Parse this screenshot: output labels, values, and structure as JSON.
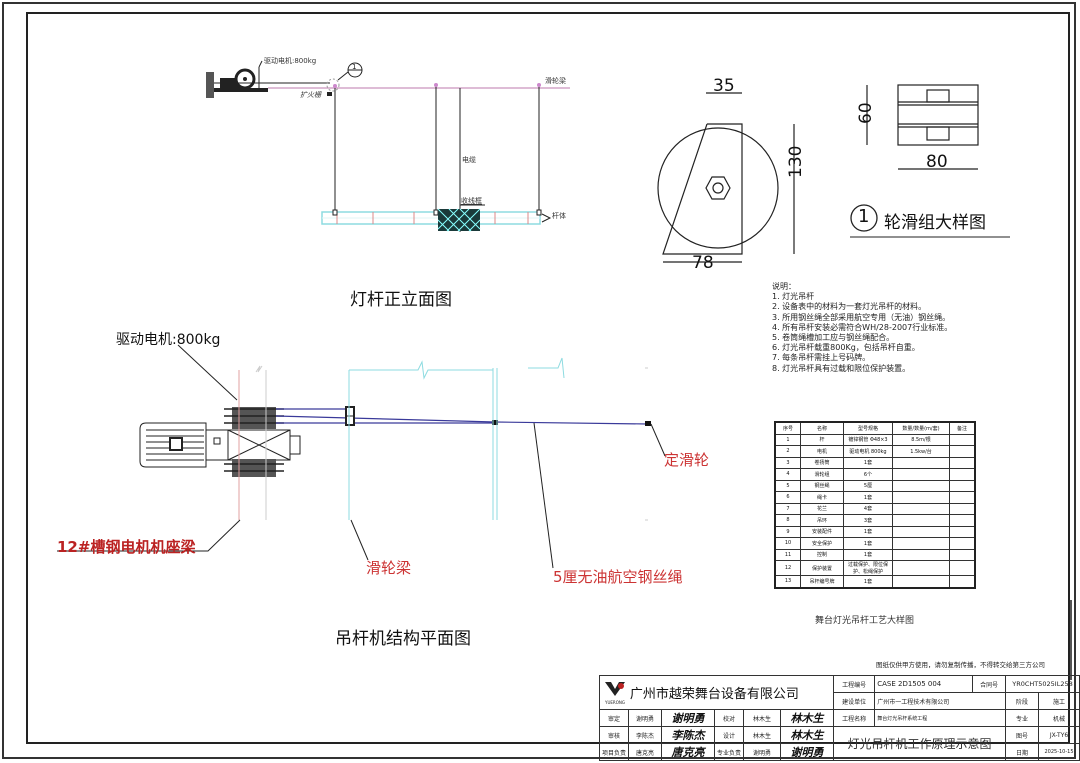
{
  "elevation": {
    "title": "灯杆正立面图",
    "motor_label": "驱动电机:800kg",
    "stop_label": "扩火栅",
    "pulley_beam_label": "滑轮梁",
    "cable_label": "电缆",
    "cable_box_label": "收线框",
    "pipe_label": "杆体",
    "detail_ref": "1"
  },
  "pulley_detail": {
    "dim_top": "35",
    "dim_bottom": "78",
    "dim_height": "130",
    "dim_side_height": "60",
    "dim_side_width": "80",
    "ref_number": "1",
    "title": "轮滑组大样图"
  },
  "plan": {
    "title": "吊杆机结构平面图",
    "motor_label": "驱动电机:800kg",
    "channel_beam_label": "12#槽钢电机机座梁",
    "pulley_beam_label": "滑轮梁",
    "fixed_pulley_label": "定滑轮",
    "wire_rope_label": "5厘无油航空钢丝绳"
  },
  "notes": {
    "heading": "说明：",
    "items": [
      "1. 灯光吊杆",
      "2. 设备表中的材料为一套灯光吊杆的材料。",
      "3. 所用钢丝绳全部采用航空专用（无油）钢丝绳。",
      "4. 所有吊杆安装必需符合WH/28-2007行业标准。",
      "5. 卷筒绳槽加工应与钢丝绳配合。",
      "6. 灯光吊杆载重800Kg，包括吊杆自重。",
      "7. 每条吊杆需挂上号码牌。",
      "8. 灯光吊杆具有过载和限位保护装置。"
    ]
  },
  "spec_table": {
    "headers": [
      "序号",
      "名称",
      "型号规格",
      "数量/数量(m/套)",
      "备注"
    ],
    "rows": [
      [
        "1",
        "杆",
        "镀锌钢管 Φ48×3",
        "8.5m/根",
        ""
      ],
      [
        "2",
        "电机",
        "驱动电机 800kg",
        "1.5kw/台",
        ""
      ],
      [
        "3",
        "卷扬筒",
        "1套",
        "",
        ""
      ],
      [
        "4",
        "滑轮组",
        "6个",
        "",
        ""
      ],
      [
        "5",
        "钢丝绳",
        "5厘",
        "",
        ""
      ],
      [
        "6",
        "绳卡",
        "1套",
        "",
        ""
      ],
      [
        "7",
        "花兰",
        "4套",
        "",
        ""
      ],
      [
        "8",
        "吊环",
        "3套",
        "",
        ""
      ],
      [
        "9",
        "安装配件",
        "1套",
        "",
        ""
      ],
      [
        "10",
        "安全保护",
        "1套",
        "",
        ""
      ],
      [
        "11",
        "控制",
        "1套",
        "",
        ""
      ],
      [
        "12",
        "保护装置",
        "过载保护、限位保护、松绳保护",
        "",
        ""
      ],
      [
        "13",
        "吊杆编号牌",
        "1套",
        "",
        ""
      ]
    ],
    "caption": "舞台灯光吊杆工艺大样图"
  },
  "disclaimer": "图纸仅供甲方使用，请勿复制传播，不得转交给第三方公司",
  "title_block": {
    "company": "广州市越荣舞台设备有限公司",
    "logo_text": "YUERONG",
    "project_no_label": "工程编号",
    "project_no": "CASE 2D1505 004",
    "drawing_no_label": "合同号",
    "drawing_no": "YR0CHT5025IL258",
    "client_label": "建设单位",
    "client": "广州市一工程技术有限公司",
    "project_name_label": "工程名称",
    "project_name": "舞台灯光吊杆系统工程",
    "stage_label": "阶段",
    "stage": "施工",
    "discipline_label": "专业",
    "discipline": "机械",
    "drawing_code_label": "图号",
    "drawing_code": "JX-TY6",
    "date_label": "日期",
    "date": "2025-10-15",
    "drawing_title": "灯光吊杆机工作原理示意图",
    "roles": [
      {
        "role": "审定",
        "name": "谢明勇",
        "role2": "校对",
        "name2": "林木生"
      },
      {
        "role": "审核",
        "name": "李陈杰",
        "role2": "设计",
        "name2": "林木生"
      },
      {
        "role": "项目负责",
        "name": "唐克亮",
        "role2": "专业负责",
        "name2": "谢明勇"
      }
    ]
  }
}
